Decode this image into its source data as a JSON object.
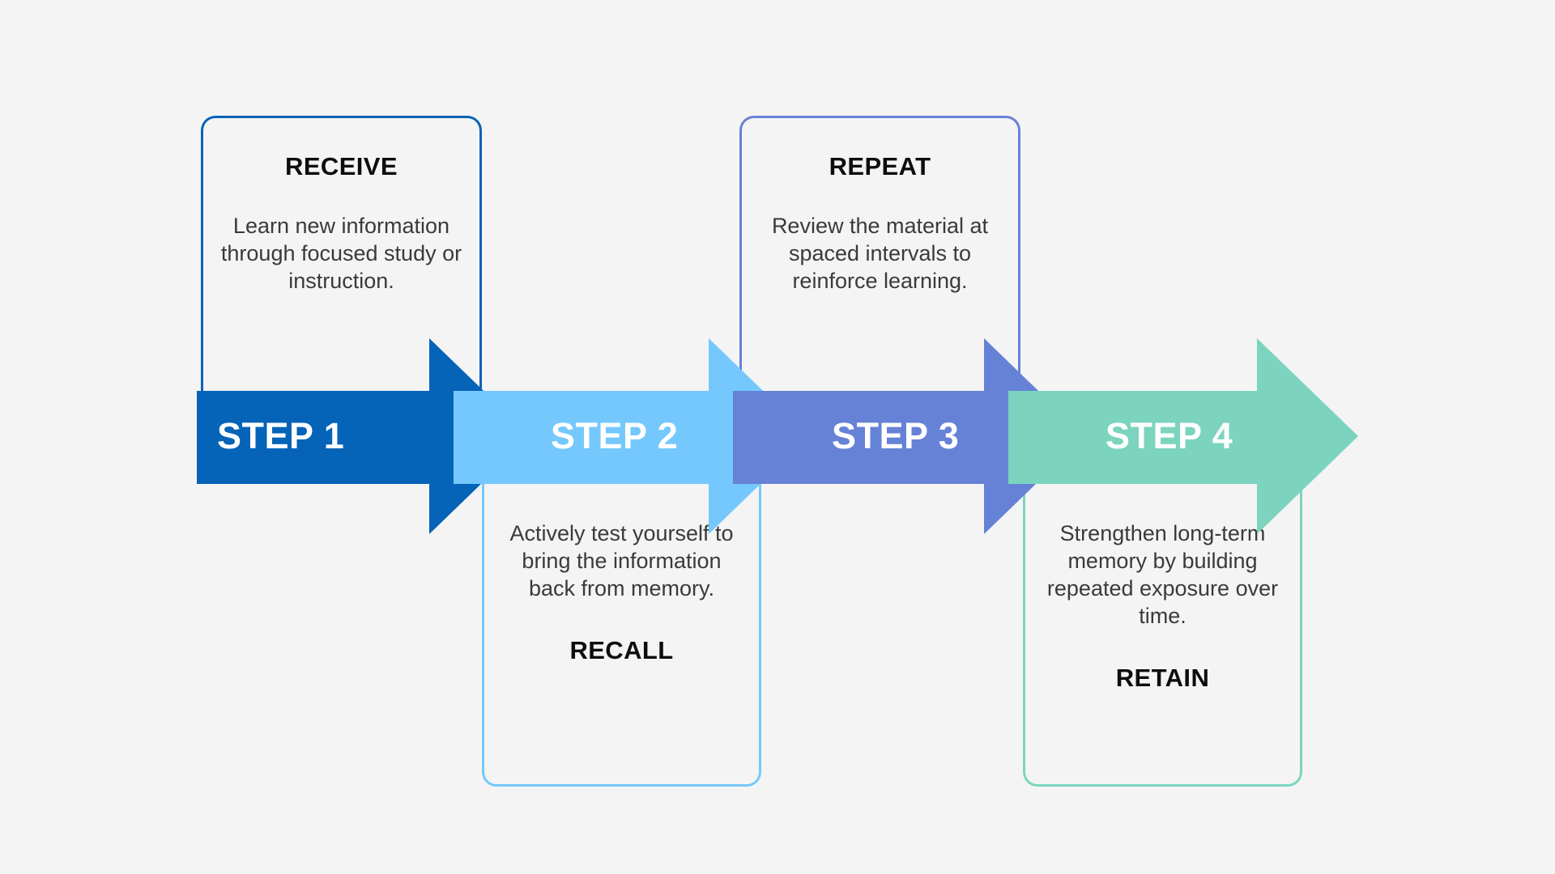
{
  "page": {
    "background_color": "#f4f4f4",
    "title": "Four Step Learning Process"
  },
  "steps": [
    {
      "step_label": "STEP 1",
      "card_title": "RECEIVE",
      "card_body": "Learn new information through focused study or instruction.",
      "color": "#0563b8",
      "card_position": "above"
    },
    {
      "step_label": "STEP 2",
      "card_title": "RECALL",
      "card_body": "Actively test yourself to bring the information back from memory.",
      "color": "#74c8fd",
      "card_position": "below"
    },
    {
      "step_label": "STEP 3",
      "card_title": "REPEAT",
      "card_body": "Review the material at spaced intervals to reinforce learning.",
      "color": "#6682d6",
      "card_position": "above"
    },
    {
      "step_label": "STEP 4",
      "card_title": "RETAIN",
      "card_body": "Strengthen long-term memory by building repeated exposure over time.",
      "color": "#7cd4bf",
      "card_position": "below"
    }
  ]
}
